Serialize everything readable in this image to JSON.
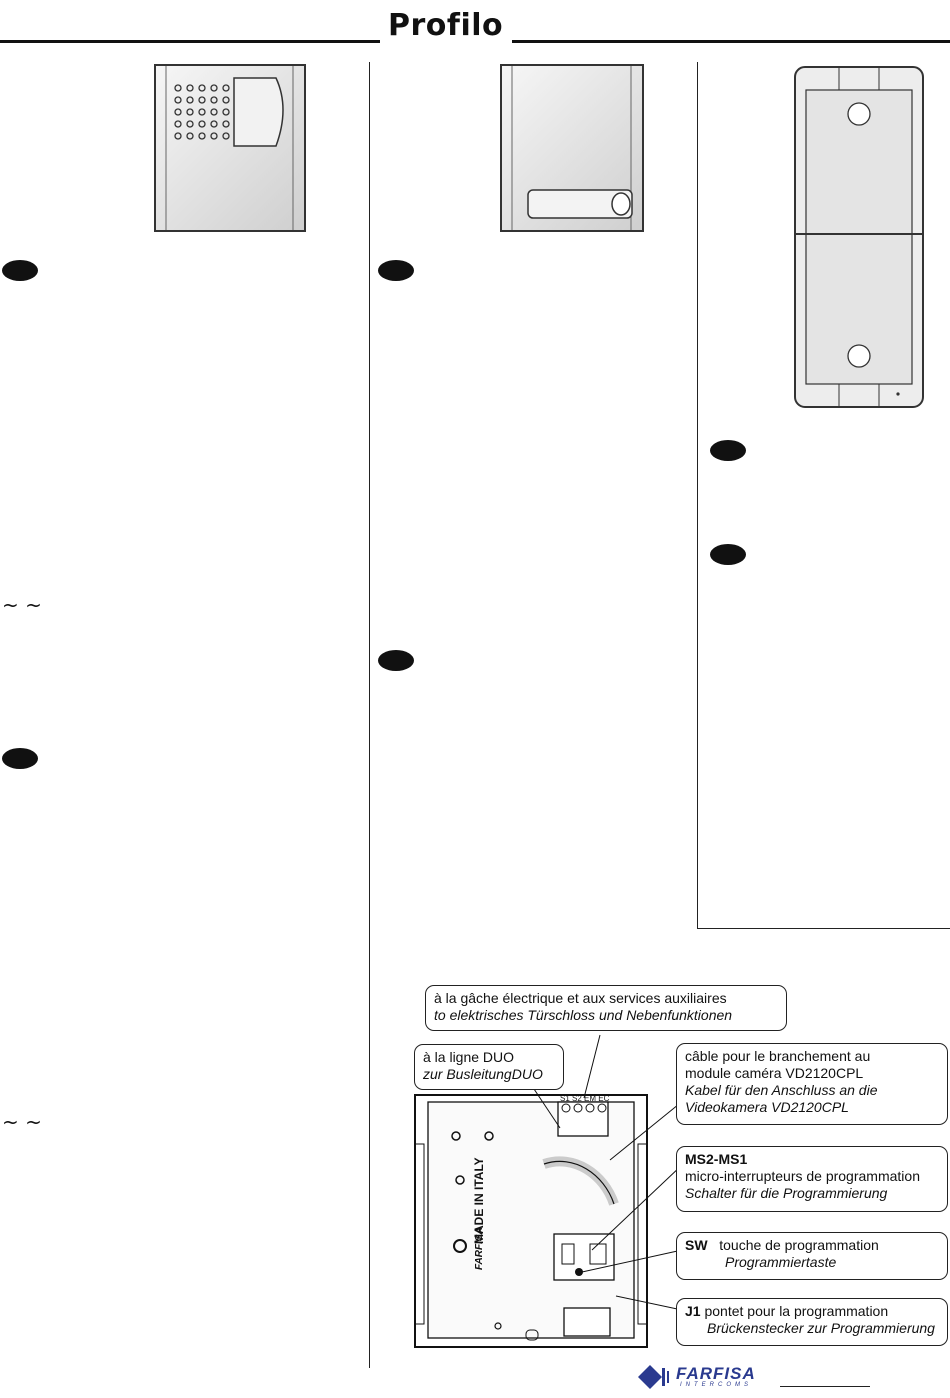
{
  "header": {
    "title": "Profilo"
  },
  "markers": {
    "tilde": "~ ~"
  },
  "callouts": {
    "gache": [
      "à la gâche électrique et aux services auxiliaires",
      "to elektrisches Türschloss und Nebenfunktionen"
    ],
    "duo": [
      "à la ligne DUO",
      "zur BusleitungDUO"
    ],
    "cable": [
      "câble pour le branchement au",
      "module caméra VD2120CPL",
      "Kabel für den Anschluss an die",
      "Videokamera VD2120CPL"
    ],
    "ms": {
      "code": "MS2-MS1",
      "fr": "micro-interrupteurs de programmation",
      "de": "Schalter für die Programmierung"
    },
    "sw": {
      "code": "SW",
      "fr": "touche de programmation",
      "de": "Programmiertaste"
    },
    "j1": {
      "code": "J1",
      "fr": "pontet pour la programmation",
      "de": "Brückenstecker zur Programmierung"
    }
  },
  "module_labels": {
    "terminals": "S1 S2 EM EC",
    "made_in": "MADE IN ITALY",
    "brand_mark": "FARFISA"
  },
  "logo": {
    "brand": "FARFISA",
    "sub": "INTERCOMS"
  }
}
